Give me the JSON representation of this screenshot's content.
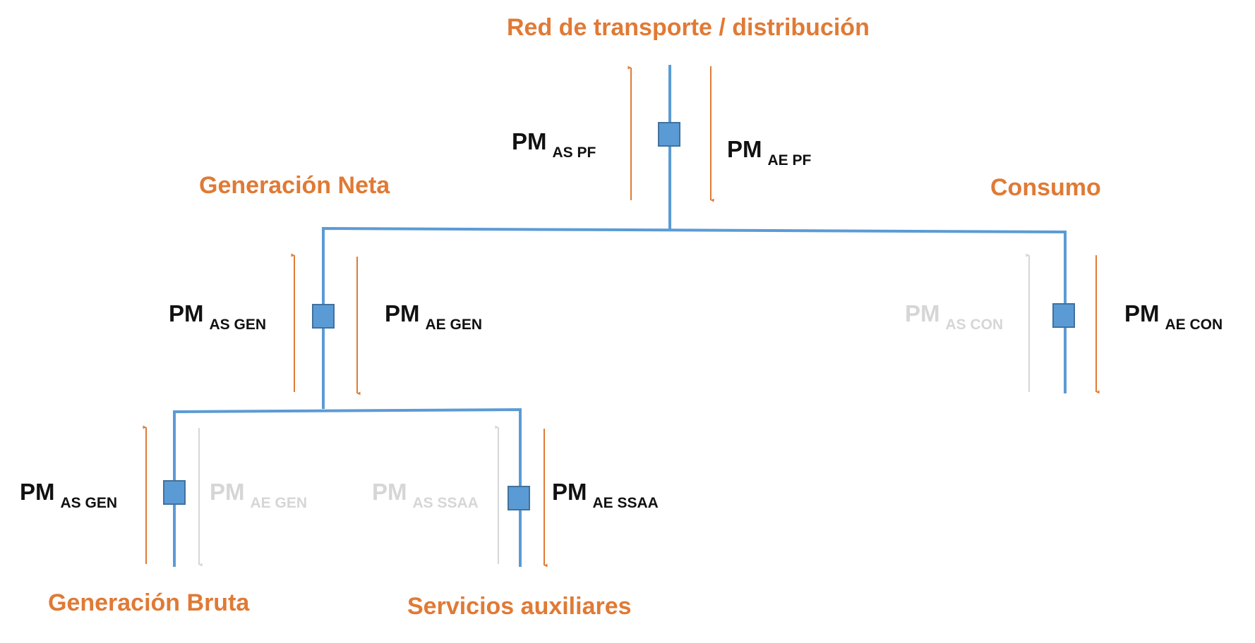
{
  "colors": {
    "line": "#5b9bd5",
    "meter_fill": "#5b9bd5",
    "meter_border": "#41719c",
    "accent": "#e07a35",
    "faded": "#d6d6d6",
    "text": "#111111"
  },
  "titles": {
    "red": "Red de transporte / distribución",
    "generacion_neta": "Generación Neta",
    "consumo": "Consumo",
    "generacion_bruta": "Generación Bruta",
    "servicios_auxiliares": "Servicios auxiliares"
  },
  "meters": {
    "pf": {
      "as": {
        "main": "PM",
        "sub": "AS PF"
      },
      "ae": {
        "main": "PM",
        "sub": "AE PF"
      }
    },
    "gen_neta": {
      "as": {
        "main": "PM",
        "sub": "AS GEN"
      },
      "ae": {
        "main": "PM",
        "sub": "AE GEN"
      }
    },
    "con": {
      "as": {
        "main": "PM",
        "sub": "AS CON"
      },
      "ae": {
        "main": "PM",
        "sub": "AE CON"
      }
    },
    "gen_bruta": {
      "as": {
        "main": "PM",
        "sub": "AS GEN"
      },
      "ae": {
        "main": "PM",
        "sub": "AE GEN"
      }
    },
    "ssaa": {
      "as": {
        "main": "PM",
        "sub": "AS SSAA"
      },
      "ae": {
        "main": "PM",
        "sub": "AE SSAA"
      }
    }
  }
}
